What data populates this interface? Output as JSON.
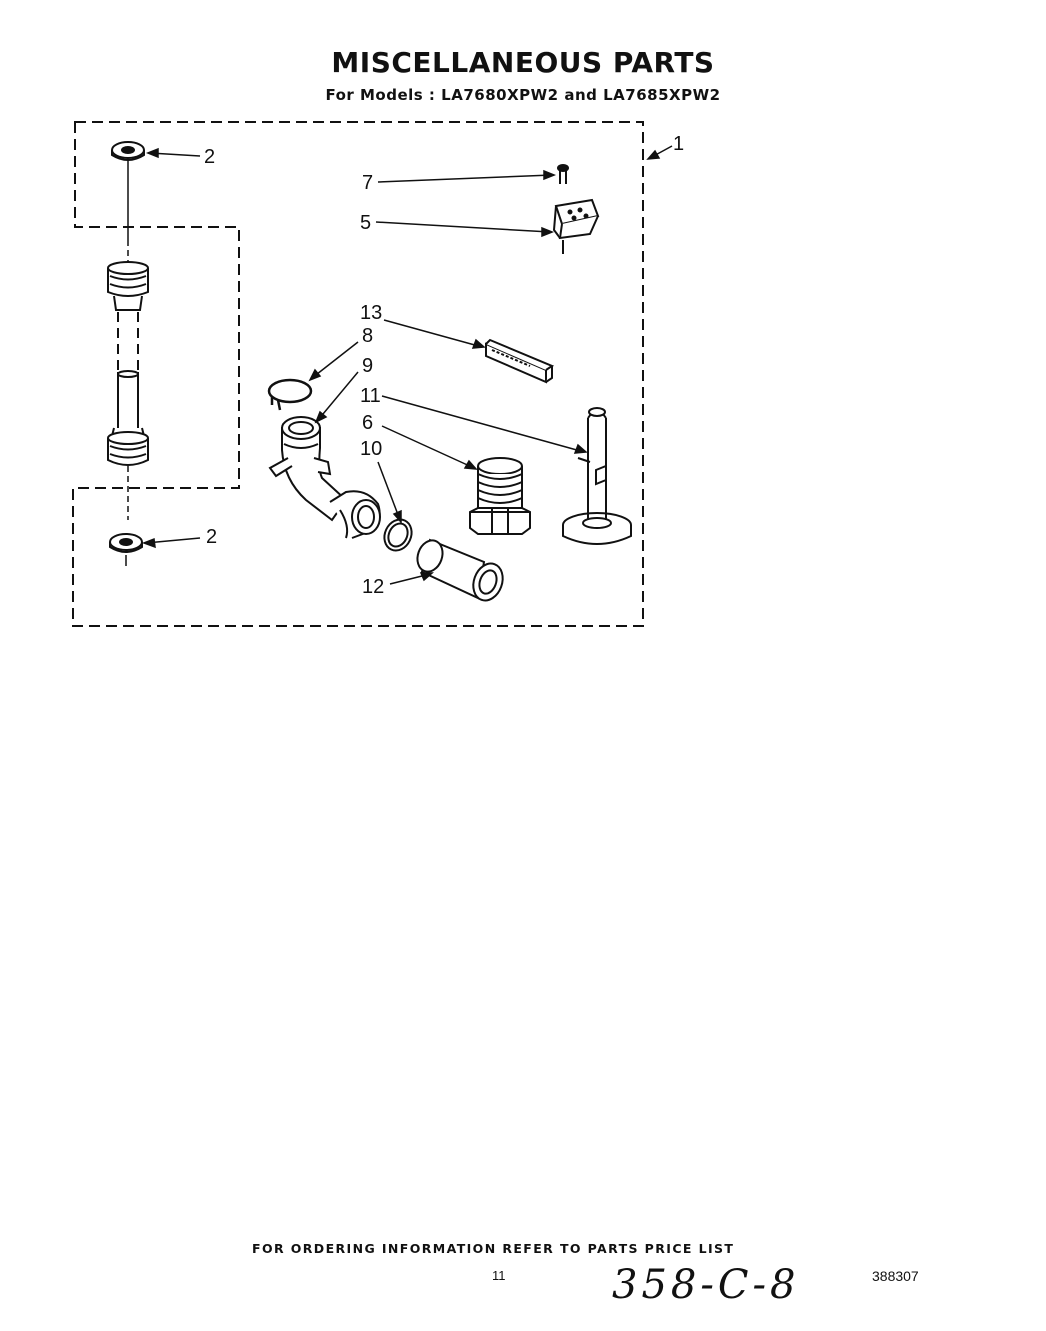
{
  "header": {
    "title": "MISCELLANEOUS PARTS",
    "subtitle": "For Models : LA7680XPW2 and LA7685XPW2"
  },
  "callouts": {
    "c1": "1",
    "c2a": "2",
    "c2b": "2",
    "c5": "5",
    "c6": "6",
    "c7": "7",
    "c8": "8",
    "c9": "9",
    "c10": "10",
    "c11": "11",
    "c12": "12",
    "c13": "13"
  },
  "footer": {
    "ordering_note": "FOR ORDERING INFORMATION REFER TO PARTS PRICE LIST",
    "page_mark": "11",
    "handwritten_code": "358-C-8",
    "document_number": "388307"
  }
}
